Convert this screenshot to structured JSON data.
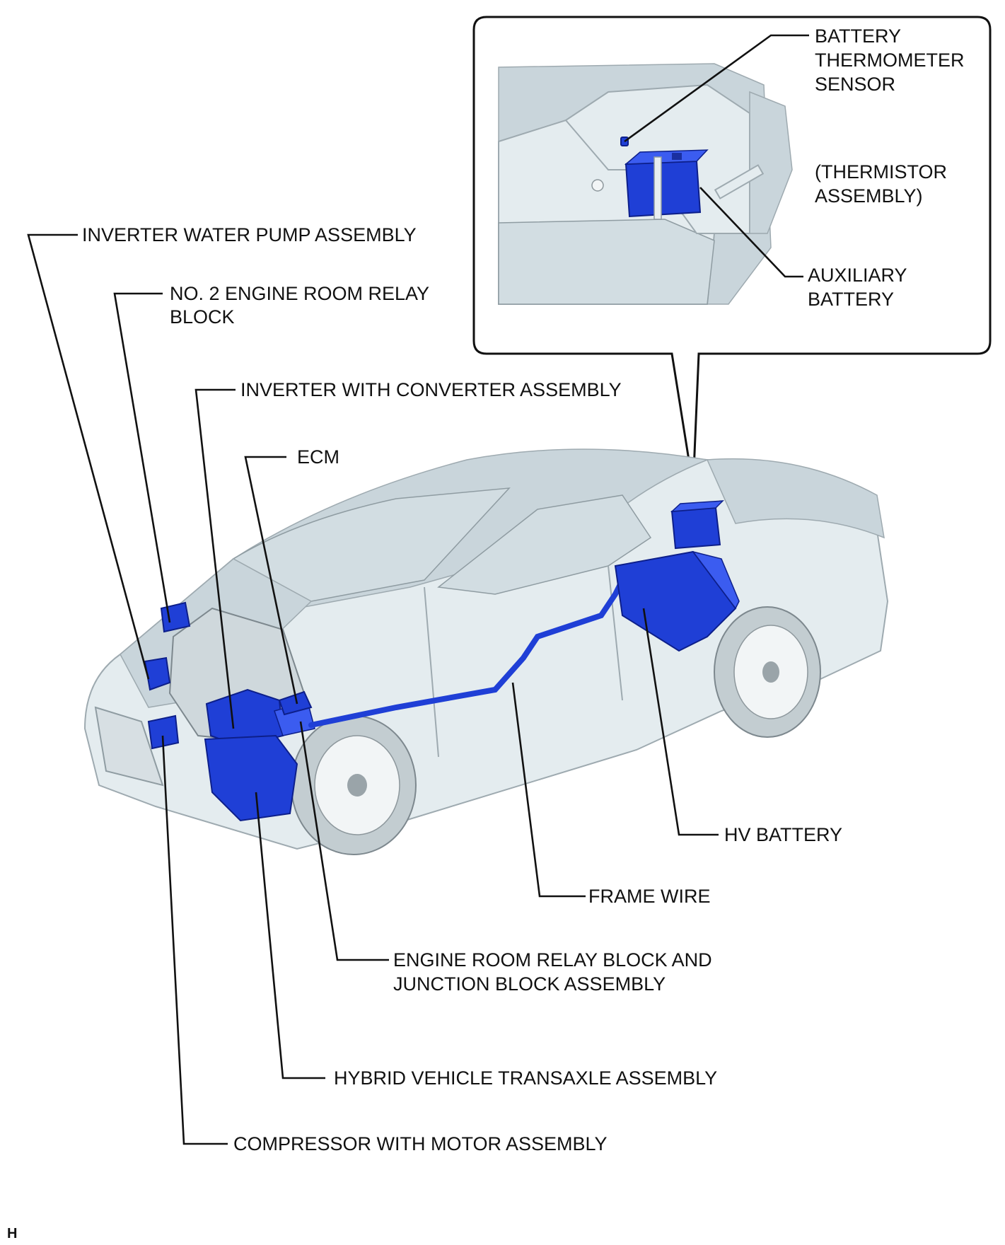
{
  "labels": {
    "inverter_water_pump": "INVERTER WATER PUMP ASSEMBLY",
    "no2_relay_line1": "NO. 2 ENGINE ROOM RELAY",
    "no2_relay_line2": "BLOCK",
    "inverter_converter": "INVERTER WITH CONVERTER ASSEMBLY",
    "ecm": "ECM",
    "battery_thermometer_line1": "BATTERY",
    "battery_thermometer_line2": "THERMOMETER",
    "battery_thermometer_line3": "SENSOR",
    "thermistor_line1": "(THERMISTOR",
    "thermistor_line2": "ASSEMBLY)",
    "auxiliary_battery_line1": "AUXILIARY",
    "auxiliary_battery_line2": "BATTERY",
    "hv_battery": "HV BATTERY",
    "frame_wire": "FRAME WIRE",
    "engine_relay_line1": "ENGINE ROOM RELAY BLOCK AND",
    "engine_relay_line2": "JUNCTION BLOCK ASSEMBLY",
    "transaxle": "HYBRID VEHICLE TRANSAXLE ASSEMBLY",
    "compressor": "COMPRESSOR WITH MOTOR ASSEMBLY"
  },
  "corner_mark": "H",
  "colors": {
    "highlight": "#1f3fd6",
    "car_body": "#e4ecef",
    "leader": "#111111"
  }
}
